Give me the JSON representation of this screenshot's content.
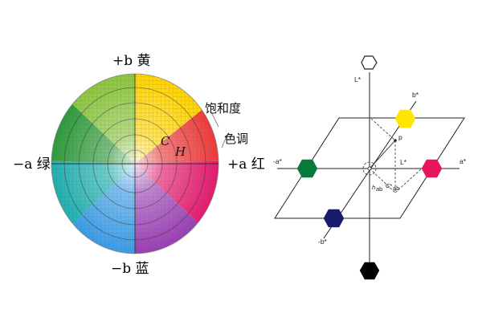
{
  "left_diagram": {
    "axis_labels": {
      "top": "+b 黄",
      "bottom": "−b 蓝",
      "left": "−a 绿",
      "right": "+a 红"
    },
    "annotations": {
      "saturation": "饱和度",
      "hue": "色调",
      "c_mark": "C",
      "h_mark": "H"
    }
  },
  "right_diagram": {
    "labels": {
      "l_top": "L*",
      "b_pos": "b*",
      "b_neg": "-b*",
      "a_pos": "a*",
      "a_neg": "-a*",
      "point": "p",
      "l_vertical": "L*",
      "c_star": "C*",
      "h_angle": "h",
      "h_sub": "ab",
      "c_sub": "ab"
    },
    "colors": {
      "white": "#ffffff",
      "yellow": "#ffe600",
      "red": "#e8175d",
      "green": "#0a7a3a",
      "blue": "#1a1a6e",
      "black": "#000000"
    }
  }
}
